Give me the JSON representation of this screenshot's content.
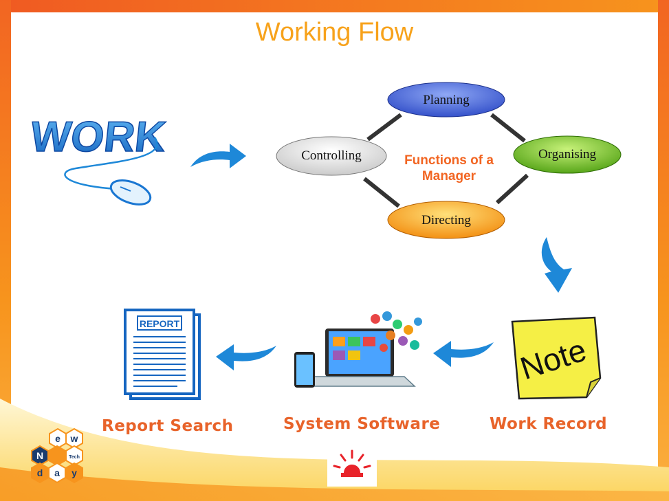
{
  "slide": {
    "title": "Working Flow"
  },
  "work_graphic": {
    "word": "WORK"
  },
  "manager_diagram": {
    "center_label_line1": "Functions of a",
    "center_label_line2": "Manager",
    "nodes": [
      "Planning",
      "Organising",
      "Directing",
      "Controlling"
    ]
  },
  "steps": {
    "work_record": "Work Record",
    "system_software": "System Software",
    "report_search": "Report Search"
  },
  "note": {
    "text": "Note"
  },
  "report_doc": {
    "header": "REPORT"
  },
  "logo": {
    "letters": [
      "e",
      "w",
      "N",
      "Tech",
      "d",
      "a",
      "y"
    ]
  },
  "colors": {
    "title": "#f7a21b",
    "labels": "#e8632a",
    "arrow_blue": "#1e88d8",
    "frame_orange": "#f26522"
  }
}
